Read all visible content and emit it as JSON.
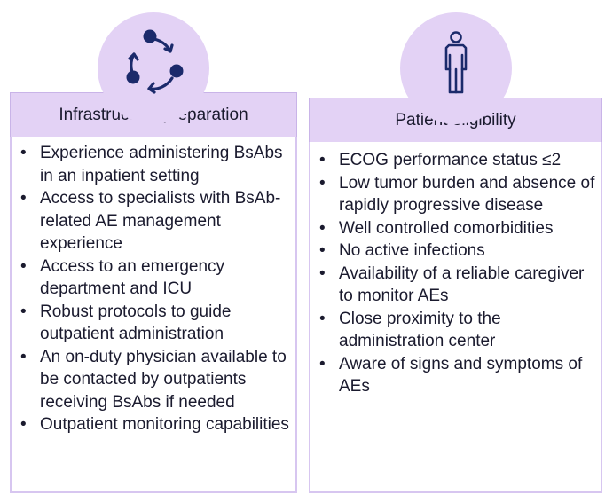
{
  "left_panel": {
    "title": "Infrastructure preparation",
    "icon": "cycle-arrows-icon",
    "items": [
      "Experience administering BsAbs in an inpatient setting",
      "Access to specialists with BsAb-related AE management experience",
      "Access to an emergency department and ICU",
      "Robust protocols to guide outpatient administration",
      "An on-duty physician available to be contacted by outpatients receiving BsAbs if needed",
      "Outpatient monitoring capabilities"
    ]
  },
  "right_panel": {
    "title": "Patient eligibility",
    "icon": "person-icon",
    "items": [
      "ECOG performance status ≤2",
      "Low tumor burden and absence of rapidly progressive disease",
      "Well controlled comorbidities",
      "No active infections",
      "Availability of a reliable caregiver to monitor AEs",
      "Close proximity to the administration center",
      "Aware of signs and symptoms of AEs"
    ]
  },
  "colors": {
    "accent_fill": "#e3d2f5",
    "border": "#d7c6f0",
    "icon": "#1b2a6b",
    "text": "#1a1a2e"
  }
}
